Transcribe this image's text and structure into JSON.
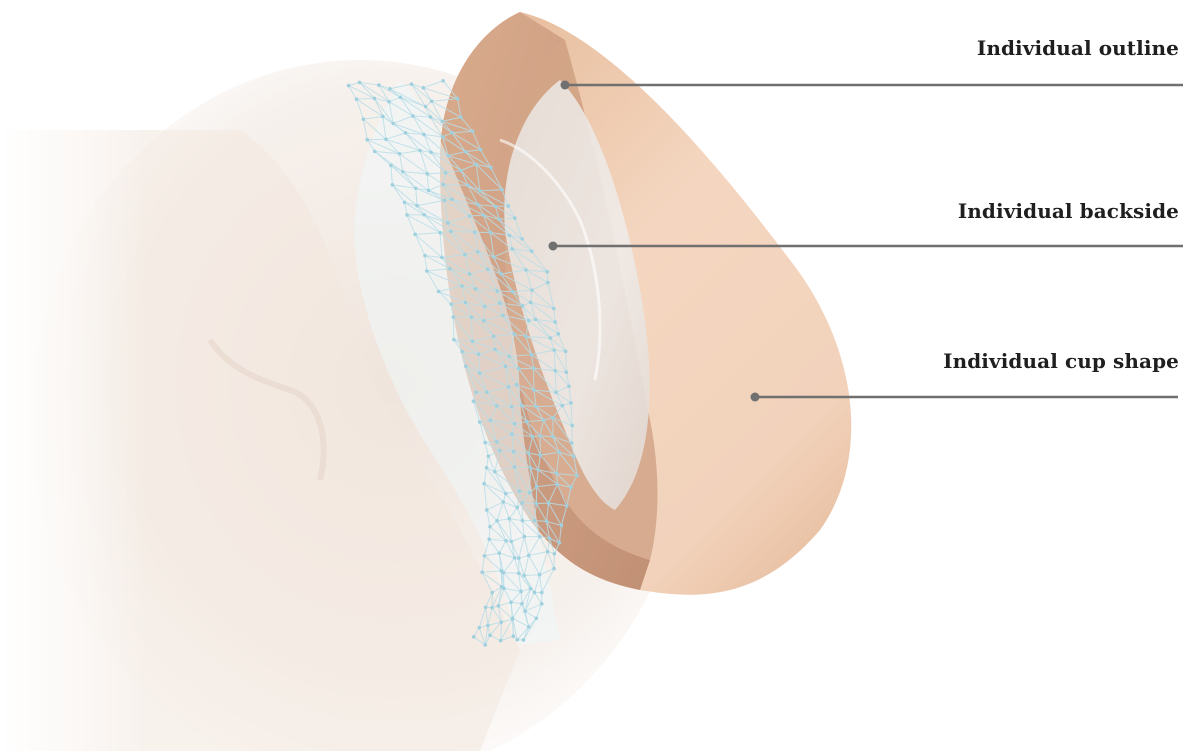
{
  "callouts": [
    {
      "id": "outline",
      "label": "Individual outline"
    },
    {
      "id": "backside",
      "label": "Individual backside"
    },
    {
      "id": "cup",
      "label": "Individual cup shape"
    }
  ],
  "colors": {
    "background": "#ffffff",
    "prosthesis": "#f0cdb3",
    "prosthesis_shadow": "#d9ad8e",
    "backside": "#ece6e2",
    "mesh": "#b9dee8",
    "skin": "#efe2d8",
    "leader_line": "#707070",
    "label_text": "#1f1f1f"
  }
}
